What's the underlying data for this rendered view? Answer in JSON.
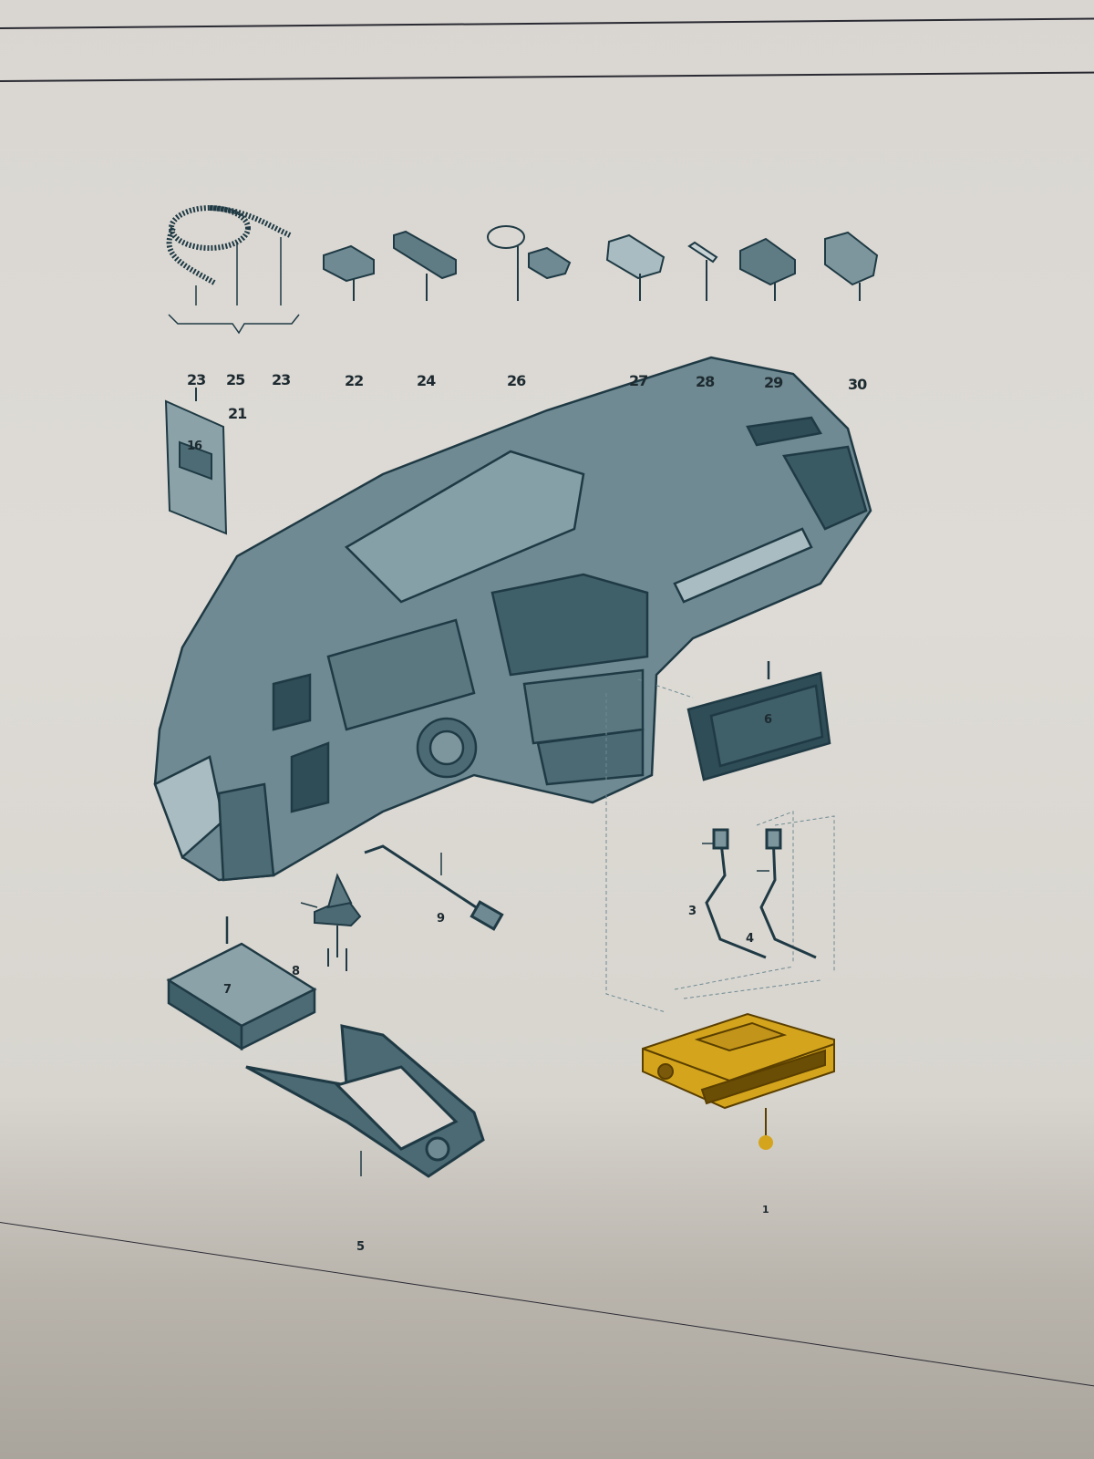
{
  "diagram": {
    "type": "exploded-parts-diagram",
    "subject": "Dashboard / infotainment components",
    "colors": {
      "line_art": "#1f3a44",
      "fill_dark": "#3f5f69",
      "fill_mid": "#6f8a92",
      "fill_light": "#a9bcc1",
      "highlight_part": "#d4a51c",
      "background": "#dedbd6"
    },
    "callouts": [
      {
        "id": "c23a",
        "label": "23"
      },
      {
        "id": "c25",
        "label": "25"
      },
      {
        "id": "c23b",
        "label": "23"
      },
      {
        "id": "c21",
        "label": "21"
      },
      {
        "id": "c22",
        "label": "22"
      },
      {
        "id": "c24",
        "label": "24"
      },
      {
        "id": "c26",
        "label": "26"
      },
      {
        "id": "c27",
        "label": "27"
      },
      {
        "id": "c28",
        "label": "28"
      },
      {
        "id": "c29",
        "label": "29"
      },
      {
        "id": "c30",
        "label": "30"
      },
      {
        "id": "c16",
        "label": "16"
      },
      {
        "id": "c6",
        "label": "6"
      },
      {
        "id": "c3",
        "label": "3"
      },
      {
        "id": "c4",
        "label": "4"
      },
      {
        "id": "c9",
        "label": "9"
      },
      {
        "id": "c8",
        "label": "8"
      },
      {
        "id": "c7",
        "label": "7"
      },
      {
        "id": "c5",
        "label": "5"
      },
      {
        "id": "c1",
        "label": "1"
      }
    ],
    "highlighted_part": "1"
  }
}
